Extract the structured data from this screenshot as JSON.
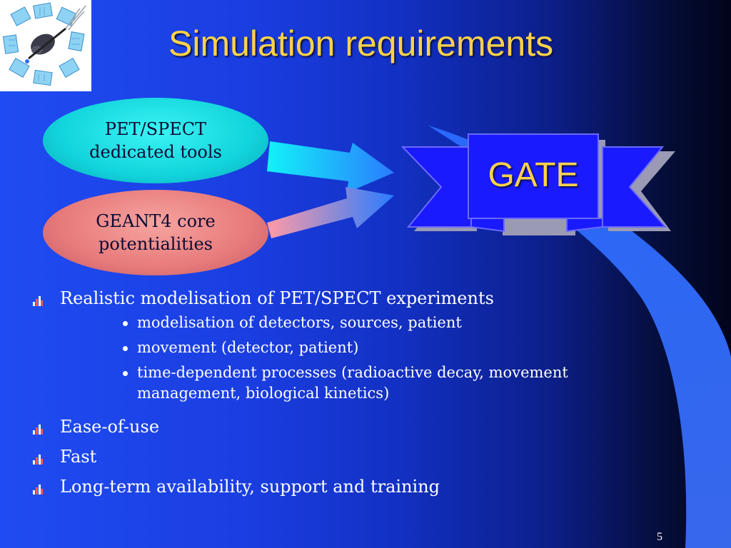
{
  "slide": {
    "title": "Simulation requirements",
    "page_number": "5"
  },
  "diagram": {
    "oval_pet": {
      "line1": "PET/SPECT",
      "line2": "dedicated tools",
      "color": "#12d4dc"
    },
    "oval_geant": {
      "line1": "GEANT4 core",
      "line2": "potentialities",
      "color": "#e77a7a"
    },
    "gate_label": "GATE"
  },
  "bullets": [
    {
      "text": "Realistic modelisation of PET/SPECT experiments",
      "sub": [
        "modelisation of detectors, sources, patient",
        "movement (detector, patient)",
        "time-dependent processes (radioactive decay, movement management, biological kinetics)"
      ]
    },
    {
      "text": "Ease-of-use"
    },
    {
      "text": "Fast"
    },
    {
      "text": "Long-term availability, support and training"
    }
  ],
  "colors": {
    "title": "#ffd24a",
    "text": "#ffffff",
    "ribbon": "#1a1aff",
    "background_left": "#1f4cf2",
    "background_right": "#01041a"
  },
  "icons": {
    "logo": "pet-scanner-ring-logo",
    "bullet": "stacked-bars-bullet-icon",
    "sub_bullet": "dot-icon"
  }
}
